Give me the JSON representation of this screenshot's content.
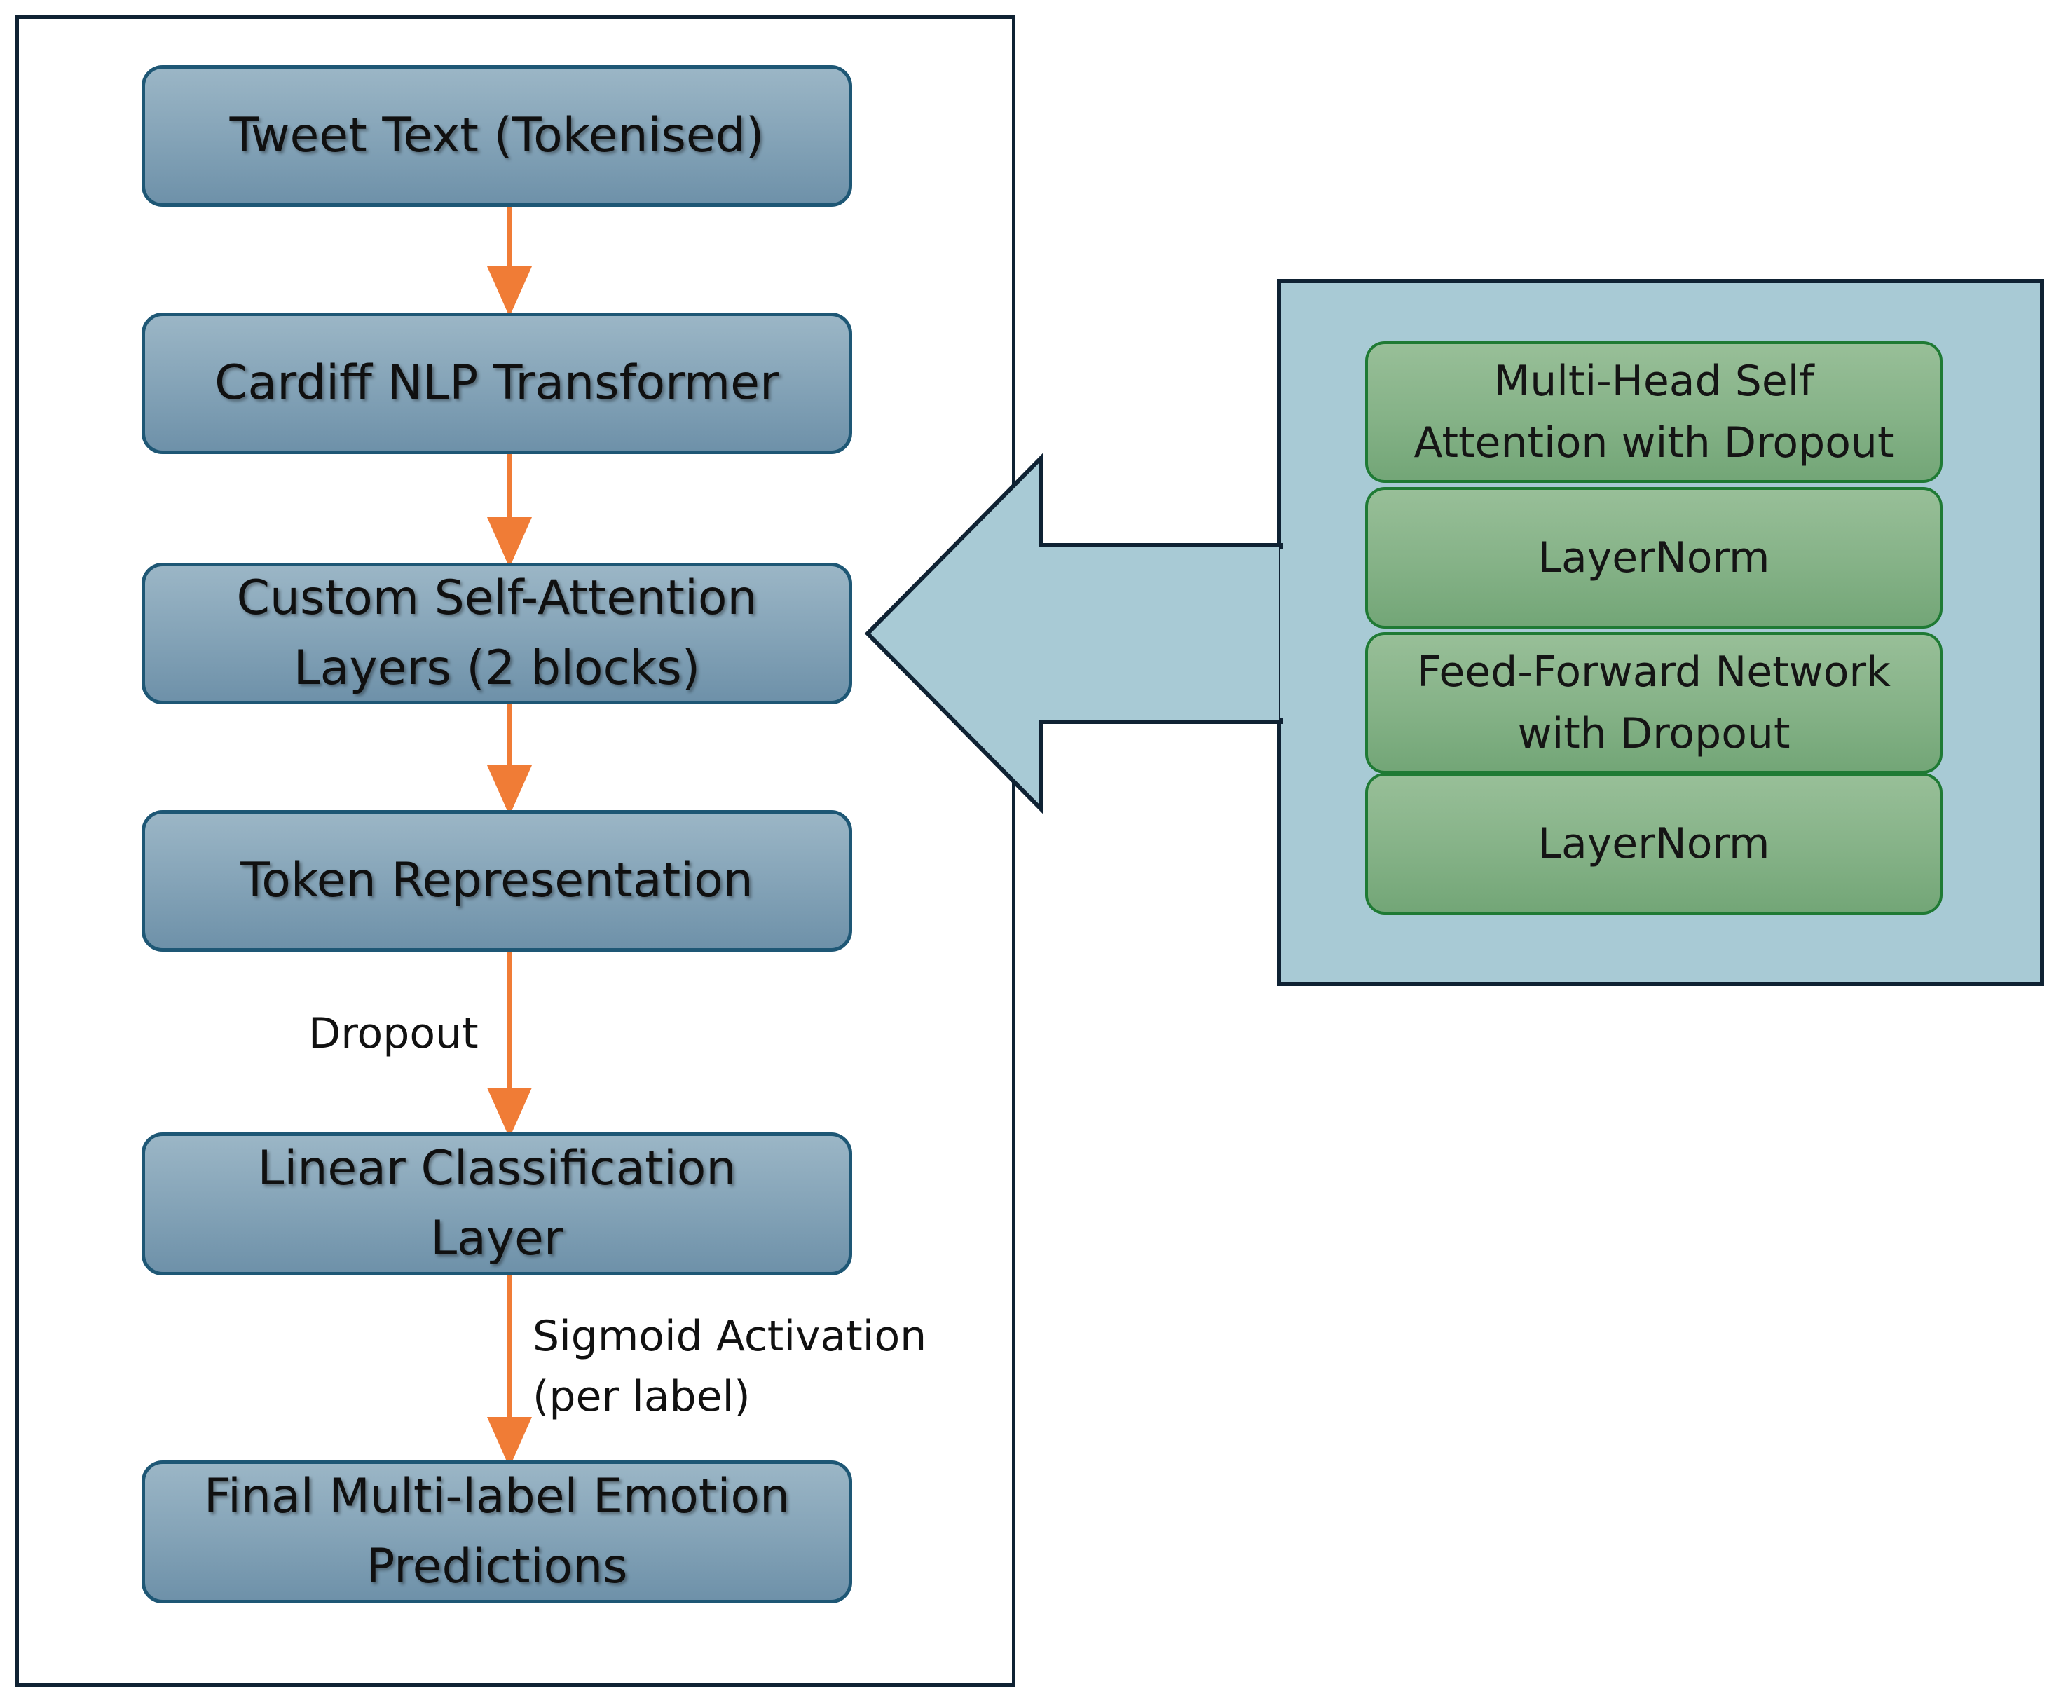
{
  "pipeline": {
    "step1": "Tweet Text (Tokenised)",
    "step2": "Cardiff NLP Transformer",
    "step3": "Custom Self-Attention\nLayers (2 blocks)",
    "step4": "Token Representation",
    "step5": "Linear Classification\nLayer",
    "step6": "Final Multi-label Emotion\nPredictions"
  },
  "edges": {
    "dropout": "Dropout",
    "sigmoid": "Sigmoid Activation\n(per label)"
  },
  "block_detail": {
    "layer1": "Multi-Head Self\nAttention with Dropout",
    "layer2": "LayerNorm",
    "layer3": "Feed-Forward Network\nwith Dropout",
    "layer4": "LayerNorm"
  },
  "colors": {
    "arrow": "#f07c36",
    "blue_box": "#85a4b8",
    "green_box": "#85b287",
    "panel": "#a8cad5"
  }
}
